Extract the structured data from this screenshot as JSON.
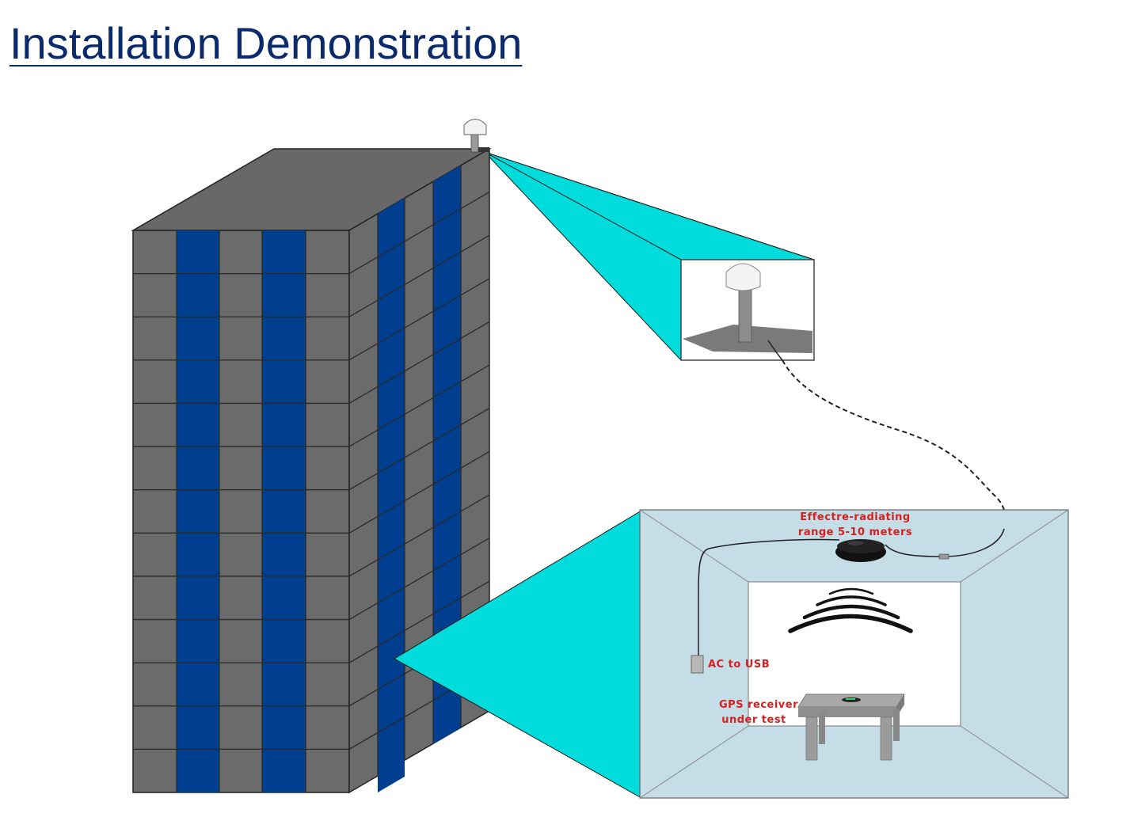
{
  "title": "Installation Demonstration",
  "labels": {
    "range_line1": "Effectre-radiating",
    "range_line2": "range 5-10 meters",
    "ac_usb": "AC to USB",
    "receiver_line1": "GPS receiver",
    "receiver_line2": "under test"
  },
  "colors": {
    "title": "#0b2a6b",
    "building_gray": "#6b6b6b",
    "building_window_blue": "#003f8f",
    "beam_cyan": "#00dcdc",
    "room_wall": "#c5dde6",
    "label_red": "#d42020"
  }
}
